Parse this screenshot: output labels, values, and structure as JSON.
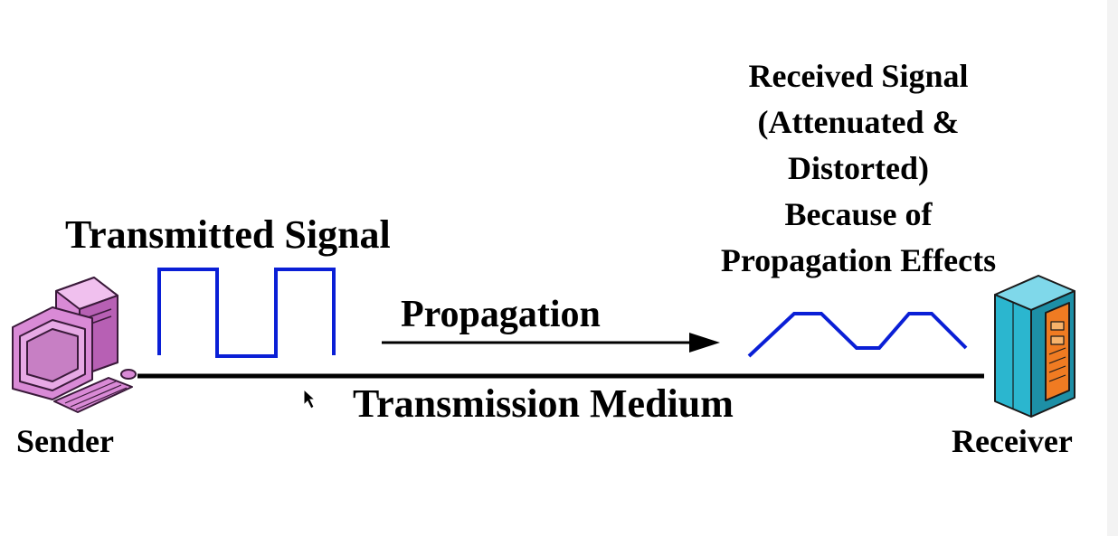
{
  "labels": {
    "transmitted_signal": "Transmitted Signal",
    "propagation": "Propagation",
    "transmission_medium": "Transmission Medium",
    "sender": "Sender",
    "receiver": "Receiver",
    "received_signal_lines": [
      "Received Signal",
      "(Attenuated &",
      "Distorted)",
      "Because of",
      "Propagation Effects"
    ]
  },
  "colors": {
    "signal": "#0a1fd6",
    "medium": "#000000",
    "sender_computer": "#d98ad6",
    "receiver_server_face": "#2bb6cf",
    "receiver_server_panel": "#f07b22"
  },
  "icons": {
    "sender": "desktop-computer-icon",
    "receiver": "server-tower-icon",
    "cursor": "mouse-pointer-icon"
  }
}
